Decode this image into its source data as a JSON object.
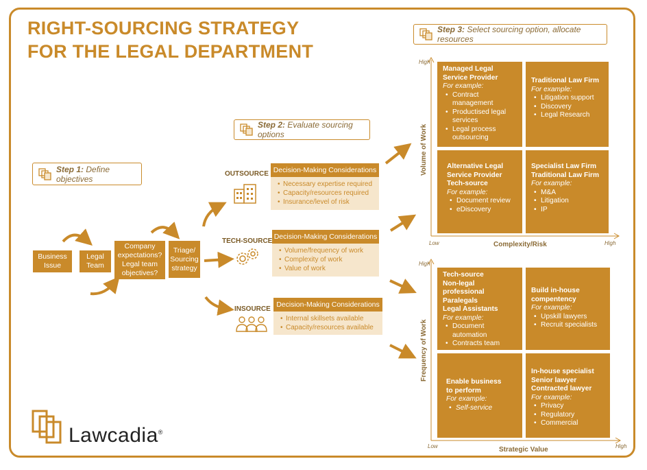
{
  "title": {
    "line1": "RIGHT-SOURCING STRATEGY",
    "line2": "FOR THE LEGAL DEPARTMENT"
  },
  "step1": {
    "label": "Step 1:",
    "text": "Define objectives"
  },
  "step2": {
    "label": "Step 2:",
    "text": "Evaluate sourcing options"
  },
  "step3": {
    "label": "Step 3:",
    "text": "Select sourcing option, allocate resources"
  },
  "flow": {
    "business_issue": "Business\nIssue",
    "legal_team": "Legal\nTeam",
    "company_expectations": "Company\nexpectations?\nLegal team\nobjectives?",
    "triage": "Triage/\nSourcing\nstrategy"
  },
  "options": [
    {
      "label": "OUTSOURCE",
      "header": "Decision-Making Considerations",
      "items": [
        "Necessary expertise required",
        "Capacity/resources required",
        "Insurance/level of risk"
      ]
    },
    {
      "label": "TECH-SOURCE",
      "header": "Decision-Making Considerations",
      "items": [
        "Volume/frequency of work",
        "Complexity of work",
        "Value of work"
      ]
    },
    {
      "label": "INSOURCE",
      "header": "Decision-Making Considerations",
      "items": [
        "Internal skillsets available",
        "Capacity/resources available"
      ]
    }
  ],
  "matrix_top": {
    "y_axis": "Volume of Work",
    "x_axis": "Complexity/Risk",
    "y_high": "High",
    "x_low": "Low",
    "x_high": "High",
    "cells": [
      {
        "title": "Managed Legal\nService Provider",
        "fe": "For example:",
        "items": [
          "Contract management",
          "Productised legal services",
          "Legal process outsourcing"
        ]
      },
      {
        "title": "Traditional Law Firm",
        "fe": "For example:",
        "items": [
          "Litigation support",
          "Discovery",
          "Legal Research"
        ]
      },
      {
        "title": "Alternative Legal\nService Provider\nTech-source",
        "fe": "For example:",
        "items": [
          "Document review",
          "eDiscovery"
        ]
      },
      {
        "title": "Specialist Law Firm\nTraditional Law Firm",
        "fe": "For example:",
        "items": [
          "M&A",
          "Litigation",
          "IP"
        ]
      }
    ]
  },
  "matrix_bottom": {
    "y_axis": "Frequency of Work",
    "x_axis": "Strategic Value",
    "y_high": "High",
    "x_low": "Low",
    "x_high": "High",
    "cells": [
      {
        "title": "Tech-source\nNon-legal professional\nParalegals\nLegal Assistants",
        "fe": "For example:",
        "items": [
          "Document automation",
          "Contracts team"
        ]
      },
      {
        "title": "Build in-house\ncompentency",
        "fe": "For example:",
        "items": [
          "Upskill lawyers",
          "Recruit specialists"
        ]
      },
      {
        "title": "Enable business\nto perform",
        "fe": "For example:",
        "items": [
          "Self-service"
        ]
      },
      {
        "title": "In-house specialist\nSenior lawyer\nContracted lawyer",
        "fe": "For example:",
        "items": [
          "Privacy",
          "Regulatory",
          "Commercial"
        ]
      }
    ]
  },
  "logo": {
    "name": "Lawcadia",
    "mark": "®"
  },
  "colors": {
    "accent": "#c98a2a",
    "light": "#f6e6cc"
  }
}
